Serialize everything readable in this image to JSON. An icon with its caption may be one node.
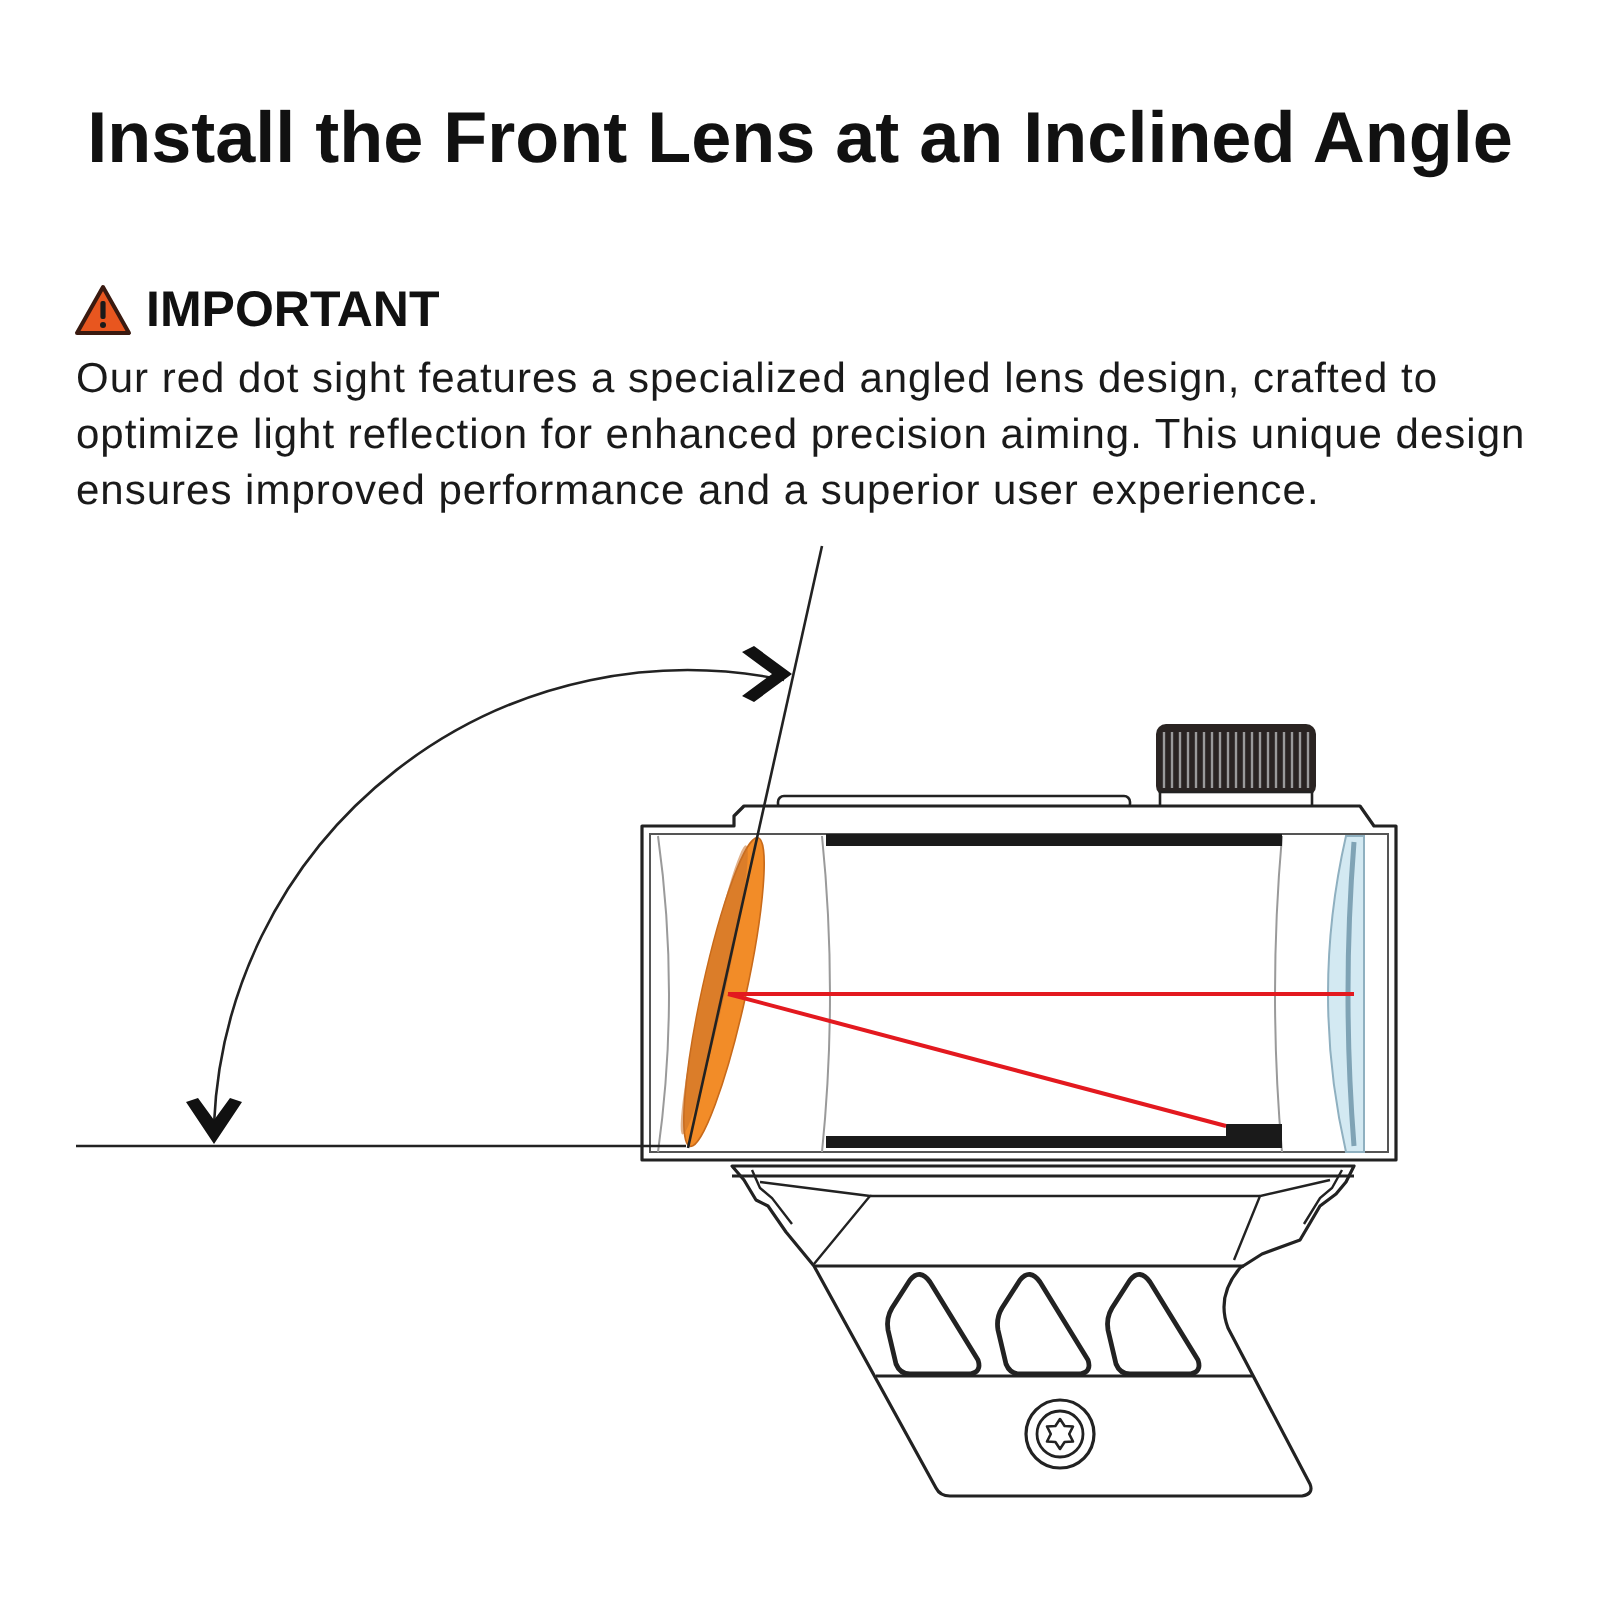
{
  "diagram": {
    "title": "Install the Front Lens at an Inclined Angle",
    "labels": [
      "IMPORTANT",
      "Our red dot sight features a specialized angled lens design, crafted to optimize light reflection for enhanced precision aiming. This unique design ensures improved performance and a superior user experience."
    ]
  }
}
